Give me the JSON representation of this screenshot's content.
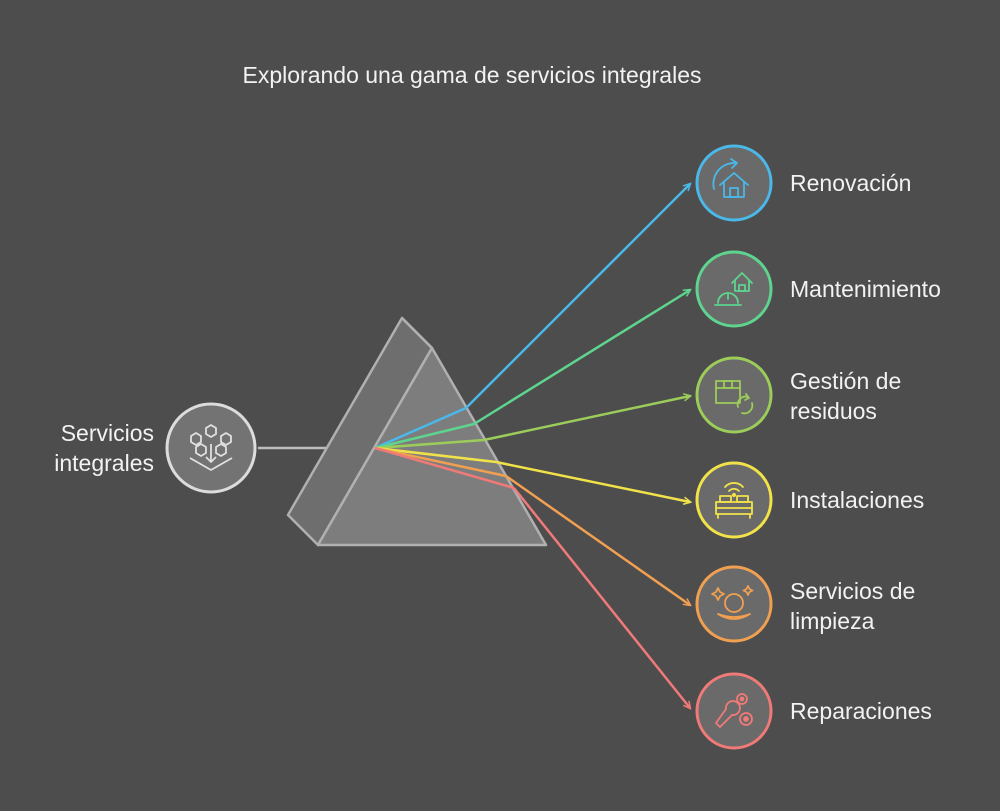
{
  "title": "Explorando una gama de servicios integrales",
  "input": {
    "label": "Servicios\nintegrales",
    "icon": "hexagon-network-icon",
    "color": "#dcdcdc"
  },
  "outputs": [
    {
      "label": "Renovación",
      "icon": "house-refresh-icon",
      "color": "#4ab8e8"
    },
    {
      "label": "Mantenimiento",
      "icon": "house-hardhat-icon",
      "color": "#5ed48e"
    },
    {
      "label": "Gestión de\nresiduos",
      "icon": "box-recycle-icon",
      "color": "#9ccc5a"
    },
    {
      "label": "Instalaciones",
      "icon": "bed-wifi-icon",
      "color": "#f2e24a"
    },
    {
      "label": "Servicios de\nlimpieza",
      "icon": "sparkle-globe-icon",
      "color": "#f0a050"
    },
    {
      "label": "Reparaciones",
      "icon": "wrench-gears-icon",
      "color": "#f07a78"
    }
  ]
}
